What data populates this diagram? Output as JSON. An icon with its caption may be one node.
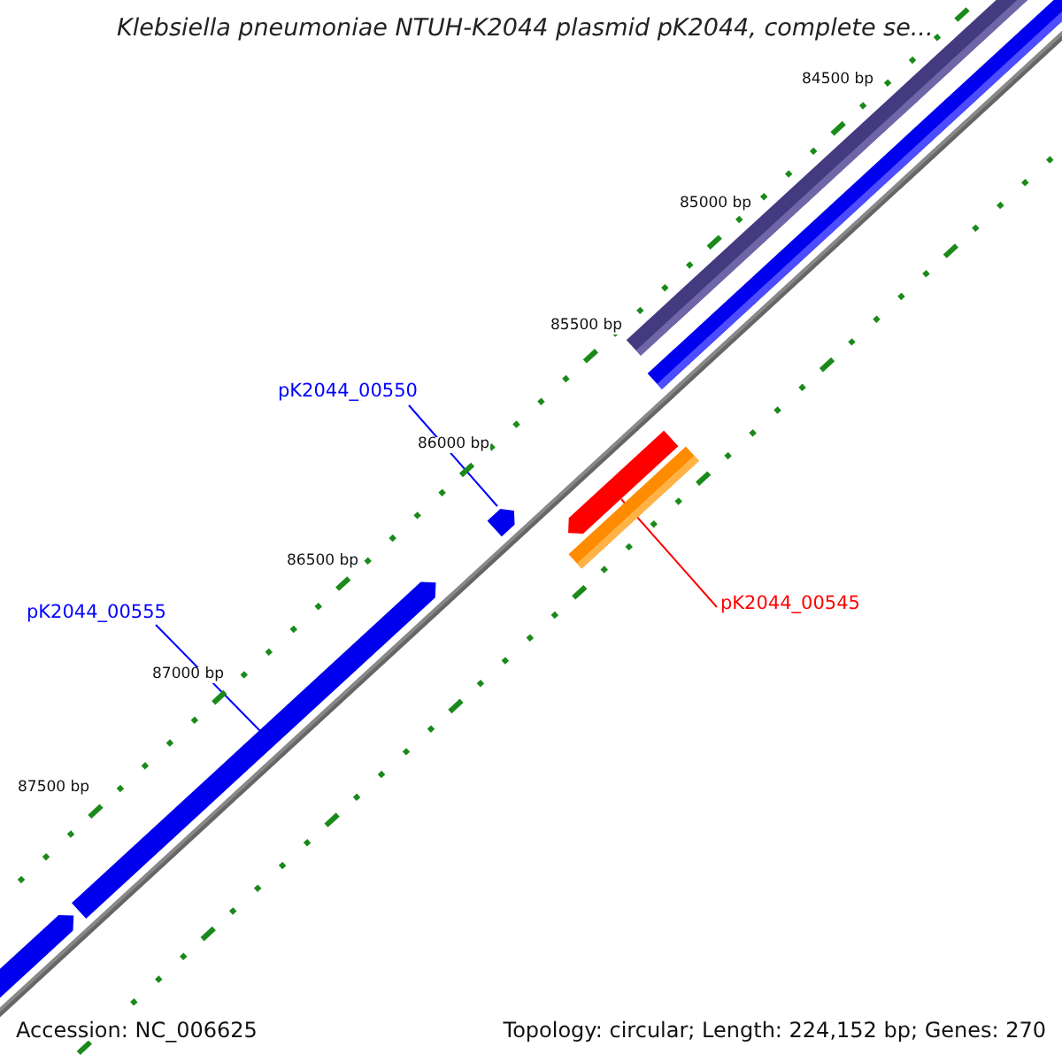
{
  "diagram": {
    "title": "Klebsiella pneumoniae NTUH-K2044 plasmid pK2044, complete se...",
    "nodes": [
      {
        "text": [
          "pK2044_00550"
        ]
      },
      {
        "text": [],
        "shape": "bar"
      },
      {
        "text": [
          "pK2044_00555"
        ]
      },
      {
        "text": [],
        "shape": "bar"
      },
      {
        "text": [
          "pK2044_00545"
        ]
      },
      {
        "text": [],
        "shape": "bar"
      }
    ],
    "edges": [
      {
        "from": 0,
        "to": 1,
        "arrow": "none",
        "color": "#0000ff"
      },
      {
        "from": 2,
        "to": 3,
        "arrow": "none",
        "color": "#0000ff"
      },
      {
        "from": 4,
        "to": 5,
        "arrow": "none",
        "color": "#ff0000"
      }
    ],
    "labels": [
      "84500 bp",
      "85000 bp",
      "85500 bp",
      "86000 bp",
      "86500 bp",
      "87000 bp",
      "87500 bp",
      "Accession: NC_006625",
      "Topology: circular; Length: 224,152 bp; Genes: 270"
    ]
  }
}
